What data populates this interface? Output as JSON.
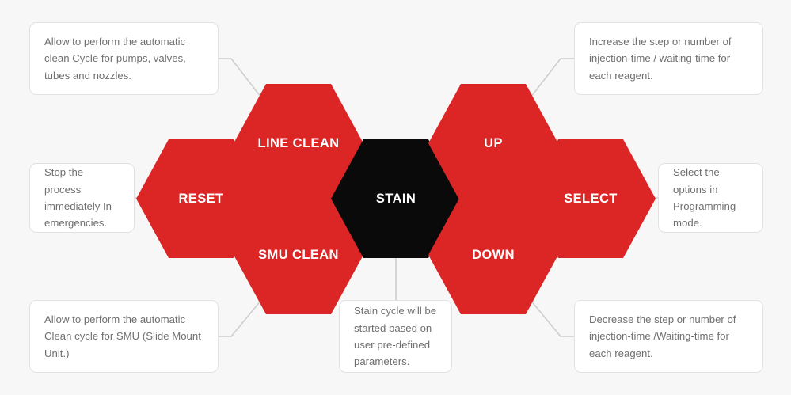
{
  "diagram": {
    "background_color": "#f7f7f7",
    "accent_color": "#dc2626",
    "center_color": "#0a0a0a",
    "connector_color": "#cdcdcd",
    "nodes": [
      {
        "id": "reset",
        "label": "RESET",
        "color": "#dc2626"
      },
      {
        "id": "line-clean",
        "label": "LINE CLEAN",
        "color": "#dc2626"
      },
      {
        "id": "smu-clean",
        "label": "SMU CLEAN",
        "color": "#dc2626"
      },
      {
        "id": "stain",
        "label": "STAIN",
        "color": "#0a0a0a"
      },
      {
        "id": "up",
        "label": "UP",
        "color": "#dc2626"
      },
      {
        "id": "down",
        "label": "DOWN",
        "color": "#dc2626"
      },
      {
        "id": "select",
        "label": "SELECT",
        "color": "#dc2626"
      }
    ],
    "callouts": [
      {
        "id": "line-clean-note",
        "for": "line-clean",
        "text": "Allow to perform the automatic clean Cycle for pumps, valves, tubes and nozzles."
      },
      {
        "id": "up-note",
        "for": "up",
        "text": "Increase the step or number of injection-time / waiting-time for each reagent."
      },
      {
        "id": "reset-note",
        "for": "reset",
        "text": "Stop the process immediately In emergencies."
      },
      {
        "id": "select-note",
        "for": "select",
        "text": "Select the options in Programming mode."
      },
      {
        "id": "smu-clean-note",
        "for": "smu-clean",
        "text": "Allow to perform the automatic Clean cycle  for SMU (Slide Mount Unit.)"
      },
      {
        "id": "stain-note",
        "for": "stain",
        "text": "Stain cycle will be started based on user pre-defined parameters."
      },
      {
        "id": "down-note",
        "for": "down",
        "text": "Decrease the step or number of injection-time /Waiting-time for each reagent."
      }
    ]
  }
}
